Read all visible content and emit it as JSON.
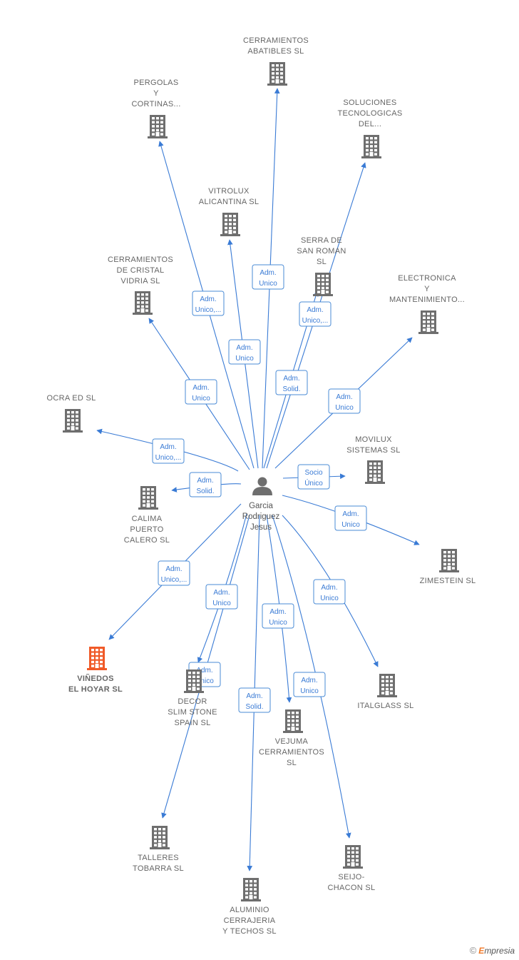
{
  "colors": {
    "edge": "#3a7bd5",
    "building": "#6e6e6e",
    "highlight": "#f05a28",
    "text": "#666666"
  },
  "center": {
    "name_lines": [
      "Garcia",
      "Rodriguez",
      "Jesus"
    ],
    "icon": "person-icon"
  },
  "nodes": [
    {
      "id": "cerramientos-abatibles",
      "lines": [
        "CERRAMIENTOS",
        "ABATIBLES  SL"
      ],
      "edge_label": [
        "Adm.",
        "Unico"
      ]
    },
    {
      "id": "pergolas",
      "lines": [
        "PERGOLAS",
        "Y",
        "CORTINAS..."
      ],
      "edge_label": [
        "Adm.",
        "Unico,..."
      ]
    },
    {
      "id": "soluciones",
      "lines": [
        "SOLUCIONES",
        "TECNOLOGICAS",
        "DEL..."
      ],
      "edge_label": [
        "Adm.",
        "Solid."
      ]
    },
    {
      "id": "vitrolux",
      "lines": [
        "VITROLUX",
        "ALICANTINA SL"
      ],
      "edge_label": [
        "Adm.",
        "Unico"
      ]
    },
    {
      "id": "serra",
      "lines": [
        "SERRA DE",
        "SAN ROMAN",
        "SL"
      ],
      "edge_label": [
        "Adm.",
        "Unico,..."
      ]
    },
    {
      "id": "cristal-vidria",
      "lines": [
        "CERRAMIENTOS",
        "DE CRISTAL",
        "VIDRIA SL"
      ],
      "edge_label": [
        "Adm.",
        "Unico"
      ]
    },
    {
      "id": "electronica",
      "lines": [
        "ELECTRONICA",
        "Y",
        "MANTENIMIENTO..."
      ],
      "edge_label": [
        "Adm.",
        "Unico"
      ]
    },
    {
      "id": "ocra",
      "lines": [
        "OCRA ED SL"
      ],
      "edge_label": [
        "Adm.",
        "Unico,..."
      ]
    },
    {
      "id": "movilux",
      "lines": [
        "MOVILUX",
        "SISTEMAS  SL"
      ],
      "edge_label": [
        "Socio",
        "Único"
      ]
    },
    {
      "id": "calima",
      "lines": [
        "CALIMA",
        "PUERTO",
        "CALERO  SL"
      ],
      "edge_label": [
        "Adm.",
        "Solid."
      ]
    },
    {
      "id": "zimestein",
      "lines": [
        "ZIMESTEIN SL"
      ],
      "edge_label": [
        "Adm.",
        "Unico"
      ]
    },
    {
      "id": "vinedos",
      "lines": [
        "VIÑEDOS",
        "EL HOYAR  SL"
      ],
      "edge_label": [
        "Adm.",
        "Unico,..."
      ],
      "highlight": true
    },
    {
      "id": "decor",
      "lines": [
        "DECOR",
        "SLIM STONE",
        "SPAIN  SL"
      ],
      "edge_label": [
        "Adm.",
        "Unico"
      ]
    },
    {
      "id": "italglass",
      "lines": [
        "ITALGLASS SL"
      ],
      "edge_label": [
        "Adm.",
        "Unico"
      ]
    },
    {
      "id": "vejuma",
      "lines": [
        "VEJUMA",
        "CERRAMIENTOS",
        "SL"
      ],
      "edge_label": [
        "Adm.",
        "Unico"
      ]
    },
    {
      "id": "talleres",
      "lines": [
        "TALLERES",
        "TOBARRA SL"
      ],
      "edge_label": [
        "Adm.",
        "Unico"
      ]
    },
    {
      "id": "aluminio",
      "lines": [
        "ALUMINIO",
        "CERRAJERIA",
        "Y TECHOS SL"
      ],
      "edge_label": [
        "Adm.",
        "Solid."
      ]
    },
    {
      "id": "seijo",
      "lines": [
        "SEIJO-",
        "CHACON SL"
      ],
      "edge_label": [
        "Adm.",
        "Unico"
      ]
    }
  ],
  "brand": {
    "copyright": "©",
    "first": "E",
    "rest": "mpresia"
  }
}
